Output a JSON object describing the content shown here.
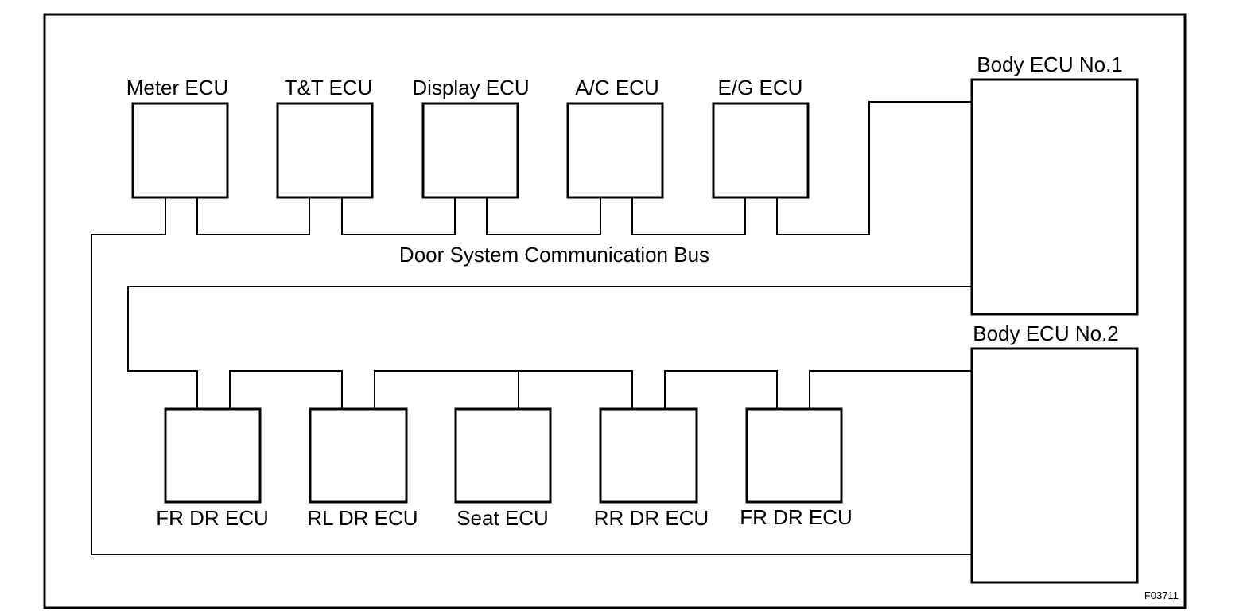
{
  "diagram": {
    "top_ecus": [
      {
        "label": "Meter ECU"
      },
      {
        "label": "T&T ECU"
      },
      {
        "label": "Display ECU"
      },
      {
        "label": "A/C ECU"
      },
      {
        "label": "E/G ECU"
      }
    ],
    "bottom_ecus": [
      {
        "label": "FR DR ECU"
      },
      {
        "label": "RL DR ECU"
      },
      {
        "label": "Seat ECU"
      },
      {
        "label": "RR DR ECU"
      },
      {
        "label": "FR DR ECU"
      }
    ],
    "body_ecu_1": {
      "label": "Body ECU No.1"
    },
    "body_ecu_2": {
      "label": "Body ECU No.2"
    },
    "bus_label": "Door System Communication Bus",
    "figure_code": "F03711"
  }
}
